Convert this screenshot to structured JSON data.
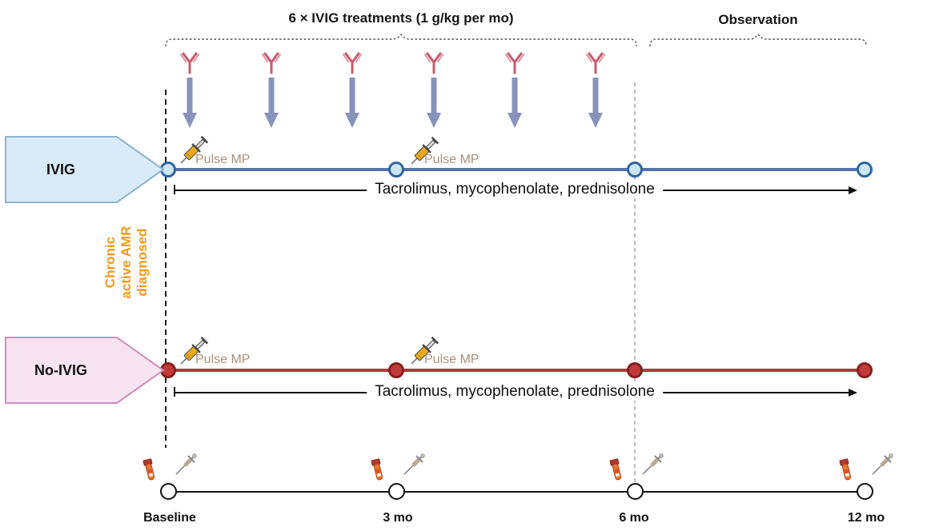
{
  "figure": {
    "treatments_brace_label": "6 × IVIG treatments (1 g/kg per mo)",
    "observation_brace_label": "Observation",
    "infusion_count": 6
  },
  "diagnosis": {
    "line1": "Chronic",
    "line2": "active AMR",
    "line3": "diagnosed"
  },
  "arms": {
    "ivig": {
      "label": "IVIG",
      "pulse_mp": "Pulse MP",
      "therapy": "Tacrolimus, mycophenolate, prednisolone"
    },
    "no_ivig": {
      "label": "No-IVIG",
      "pulse_mp": "Pulse MP",
      "therapy": "Tacrolimus, mycophenolate, prednisolone"
    }
  },
  "timeline": {
    "ticks": [
      "Baseline",
      "3 mo",
      "6 mo",
      "12 mo"
    ]
  },
  "icons": {
    "antibody": "antibody-icon",
    "infusion_arrow": "infusion-arrow-icon",
    "syringe": "syringe-icon",
    "blood_tube": "blood-tube-icon",
    "biopsy_needle": "biopsy-needle-icon"
  },
  "colors": {
    "ivig_line": "#5472ad",
    "ivig_node_fill": "#cde6f5",
    "ivig_node_border": "#2f66a0",
    "ivig_label_fill": "#d9ebf8",
    "ivig_label_border": "#8cb4d2",
    "no_ivig_line": "#ae3a3c",
    "no_ivig_node_fill": "#c23b3b",
    "no_ivig_node_border": "#871f1f",
    "no_ivig_label_fill": "#f8e3f1",
    "no_ivig_label_border": "#ce8fbb",
    "diagnosis_text": "#f29a1d",
    "pulse_mp_text": "#a8917c",
    "infusion_arrow": "#8793bb",
    "antibody": "#c75b6e"
  }
}
